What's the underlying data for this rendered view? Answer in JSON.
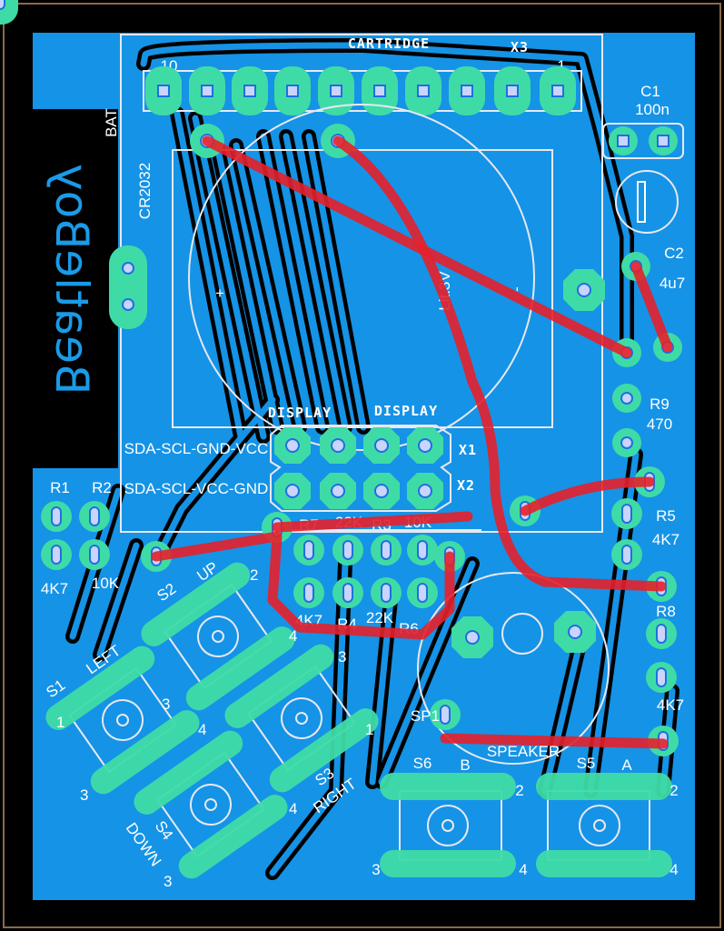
{
  "board": {
    "name": "BeatleBoy"
  },
  "colors": {
    "copper": "#1593e6",
    "pad": "#3fdba6",
    "silk": "#e8e8f0",
    "airwire": "#e5202a",
    "background": "#000000"
  },
  "cartridge": {
    "title": "CARTRIDGE",
    "ref": "X3",
    "pin_first": "10",
    "pin_last": "1"
  },
  "battery": {
    "ref": "BAT",
    "type": "CR2032",
    "label": "Lit.3V",
    "plus": "+",
    "minus": "-"
  },
  "display": {
    "label1": "DISPLAY",
    "label2": "DISPLAY",
    "x1_pins": "SDA-SCL-GND-VCC",
    "x1_ref": "X1",
    "x2_pins": "SDA-SCL-VCC-GND",
    "x2_ref": "X2"
  },
  "components": {
    "c1": {
      "ref": "C1",
      "value": "100n"
    },
    "c2": {
      "ref": "C2",
      "value": "4u7"
    },
    "r9": {
      "ref": "R9",
      "value": "470"
    },
    "r5": {
      "ref": "R5",
      "value": "4K7"
    },
    "r8": {
      "ref": "R8",
      "value": "4K7"
    },
    "r1": {
      "ref": "R1",
      "value": "4K7"
    },
    "r2": {
      "ref": "R2",
      "value": "10K"
    },
    "r7": {
      "ref": "R7",
      "value": "22K"
    },
    "r3": {
      "ref": "R3",
      "value": "10K"
    },
    "r4": {
      "ref": "R4",
      "value": "4K7"
    },
    "r6": {
      "ref": "R6",
      "value": "22K"
    },
    "sp1": {
      "ref": "SP1",
      "value": "SPEAKER"
    }
  },
  "buttons": [
    {
      "ref": "S2",
      "name": "UP"
    },
    {
      "ref": "S1",
      "name": "LEFT"
    },
    {
      "ref": "S3",
      "name": "RIGHT"
    },
    {
      "ref": "S4",
      "name": "DOWN"
    },
    {
      "ref": "S6",
      "name": "B"
    },
    {
      "ref": "S5",
      "name": "A"
    }
  ],
  "pin_numbers": {
    "p1": "1",
    "p2": "2",
    "p3": "3",
    "p4": "4"
  }
}
